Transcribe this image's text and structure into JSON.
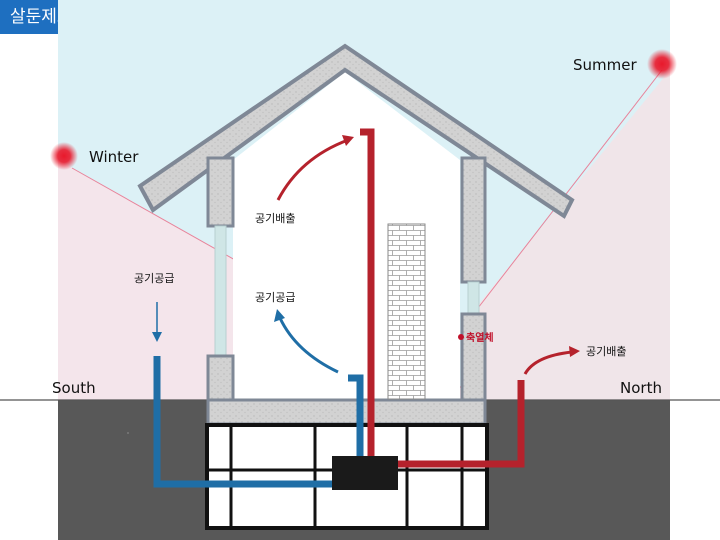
{
  "title": "살둔제로에너지하우스 개념도",
  "labels": {
    "summer": "Summer",
    "winter": "Winter",
    "south": "South",
    "north": "North",
    "exhaust_top": "공기배출",
    "supply_outside": "공기공급",
    "supply_inside": "공기공급",
    "exhaust_outside": "공기배출",
    "thermal_mass": "축열체"
  },
  "colors": {
    "sky": "#dcf1f6",
    "ground": "#585858",
    "sun": "#e8192c",
    "supply_pipe": "#1f6ea6",
    "exhaust_pipe": "#b5222c",
    "insulation": "#cfcfcf",
    "insulation_border": "#7f8896",
    "thermal_mass_label": "#c0102a"
  }
}
